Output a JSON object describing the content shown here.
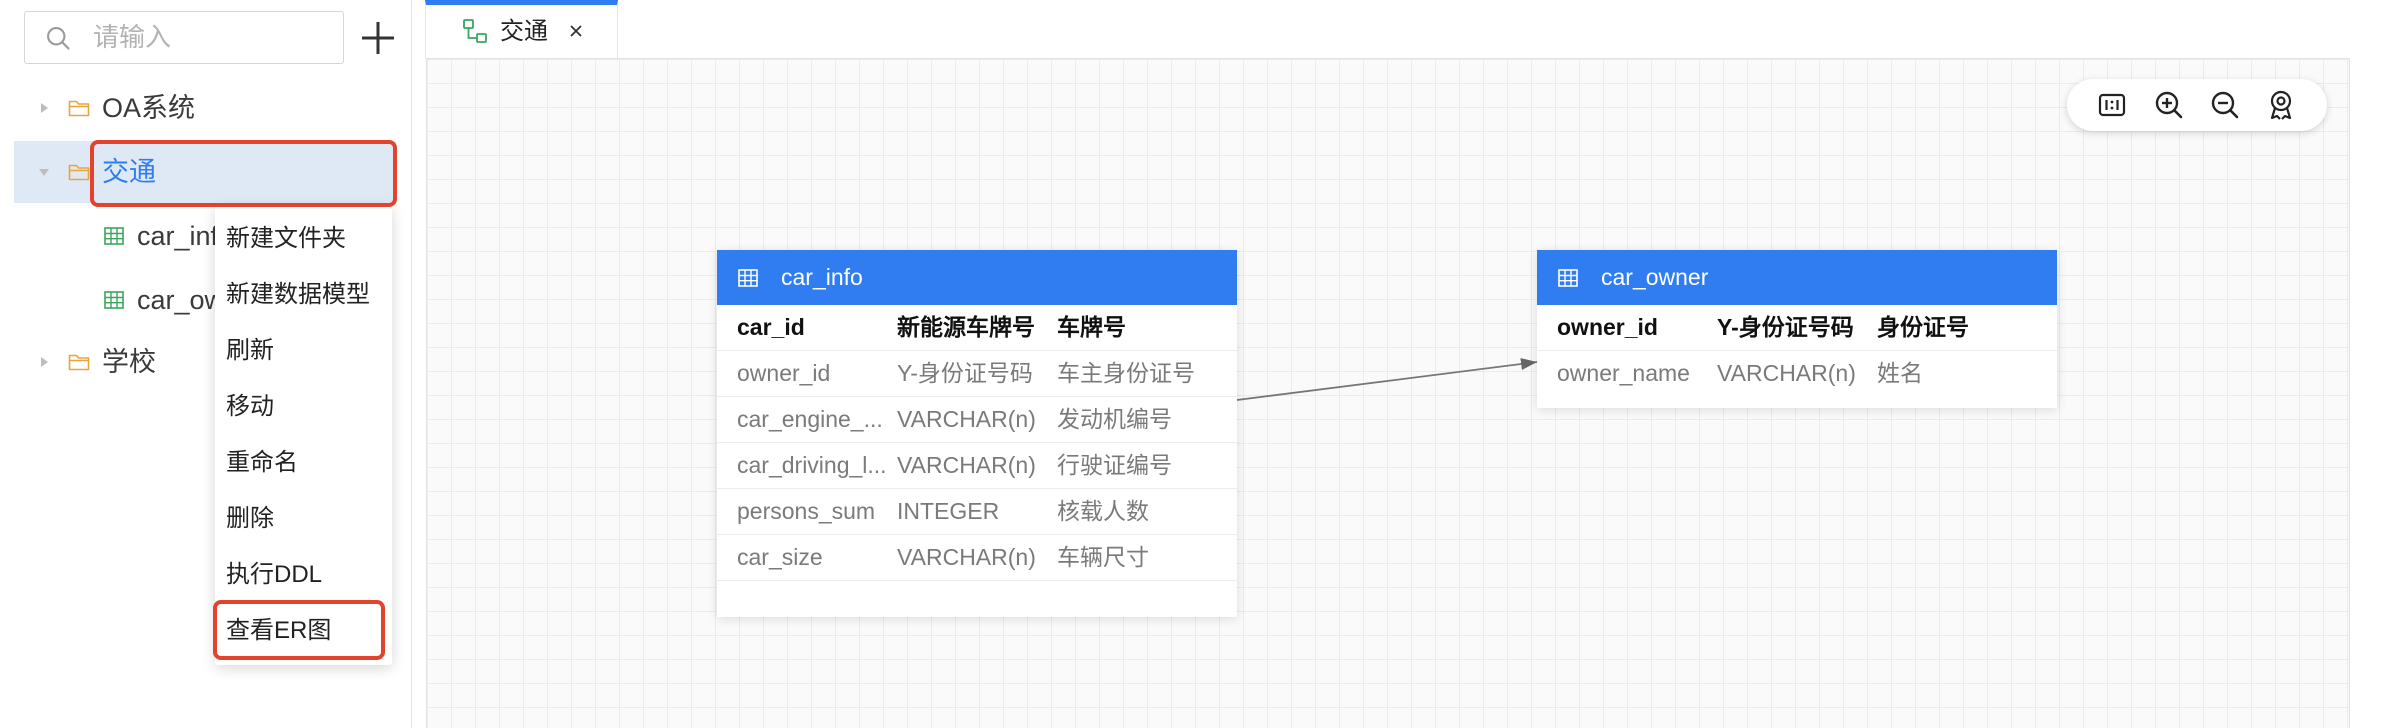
{
  "search": {
    "placeholder": "请输入"
  },
  "tree": {
    "items": [
      {
        "label": "OA系统",
        "expanded": false
      },
      {
        "label": "交通",
        "expanded": true,
        "selected": true,
        "children": [
          {
            "label": "car_info"
          },
          {
            "label": "car_owner"
          }
        ]
      },
      {
        "label": "学校",
        "expanded": false
      }
    ]
  },
  "context_menu": {
    "items": [
      "新建文件夹",
      "新建数据模型",
      "刷新",
      "移动",
      "重命名",
      "删除",
      "执行DDL",
      "查看ER图"
    ]
  },
  "tabs": [
    {
      "label": "交通",
      "active": true
    }
  ],
  "canvas_toolbar": {
    "icons": [
      "actual-size-icon",
      "zoom-in-icon",
      "zoom-out-icon",
      "locate-icon"
    ]
  },
  "er_diagram": {
    "tables": [
      {
        "name": "car_info",
        "columns": [
          {
            "name": "car_id",
            "type": "新能源车牌号",
            "comment": "车牌号"
          },
          {
            "name": "owner_id",
            "type": "Y-身份证号码",
            "comment": "车主身份证号"
          },
          {
            "name": "car_engine_...",
            "type": "VARCHAR(n)",
            "comment": "发动机编号"
          },
          {
            "name": "car_driving_l...",
            "type": "VARCHAR(n)",
            "comment": "行驶证编号"
          },
          {
            "name": "persons_sum",
            "type": "INTEGER",
            "comment": "核载人数"
          },
          {
            "name": "car_size",
            "type": "VARCHAR(n)",
            "comment": "车辆尺寸"
          }
        ]
      },
      {
        "name": "car_owner",
        "columns": [
          {
            "name": "owner_id",
            "type": "Y-身份证号码",
            "comment": "身份证号"
          },
          {
            "name": "owner_name",
            "type": "VARCHAR(n)",
            "comment": "姓名"
          }
        ]
      }
    ]
  },
  "colors": {
    "accent": "#2f7df1",
    "selected_row_bg": "#dfe9f5",
    "annotation": "#e3432d",
    "folder_icon": "#e9a43c",
    "table_icon": "#3aa55d"
  }
}
